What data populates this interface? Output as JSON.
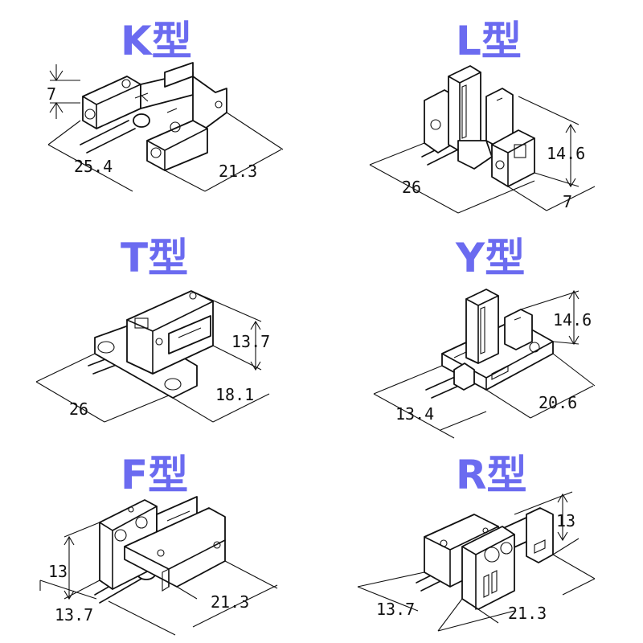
{
  "accent_color": "#6b6bf0",
  "panels": {
    "k": {
      "title": "K型",
      "dims": {
        "thickness": "7",
        "length": "25.4",
        "width": "21.3"
      }
    },
    "l": {
      "title": "L型",
      "dims": {
        "length": "26",
        "height": "14.6",
        "thickness": "7"
      }
    },
    "t": {
      "title": "T型",
      "dims": {
        "height": "13.7",
        "length": "26",
        "width": "18.1"
      }
    },
    "y": {
      "title": "Y型",
      "dims": {
        "height": "14.6",
        "length": "13.4",
        "width": "20.6"
      }
    },
    "f": {
      "title": "F型",
      "dims": {
        "height": "13",
        "length": "13.7",
        "width": "21.3"
      }
    },
    "r": {
      "title": "R型",
      "dims": {
        "height": "13",
        "length": "13.7",
        "width": "21.3"
      }
    }
  }
}
